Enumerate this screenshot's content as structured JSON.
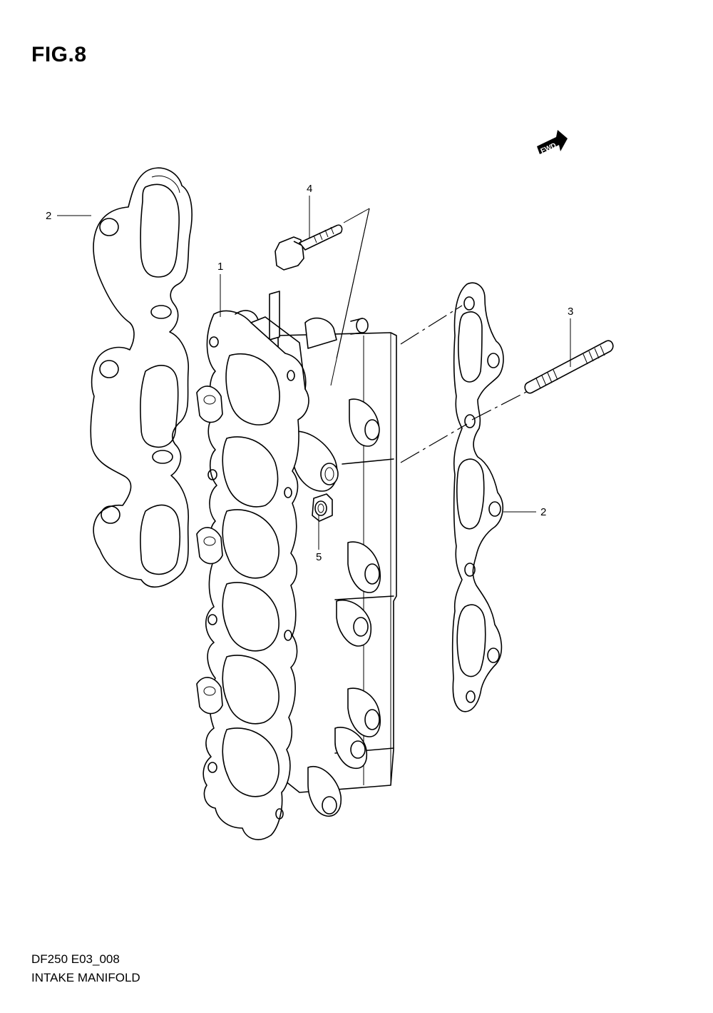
{
  "figure": {
    "title": "FIG.8"
  },
  "fwd_badge": {
    "label": "FWD",
    "icon": "fwd-arrow-icon"
  },
  "callouts": [
    "1",
    "2",
    "2",
    "3",
    "4",
    "5"
  ],
  "footer": {
    "code": "DF250 E03_008",
    "name": "INTAKE MANIFOLD"
  }
}
